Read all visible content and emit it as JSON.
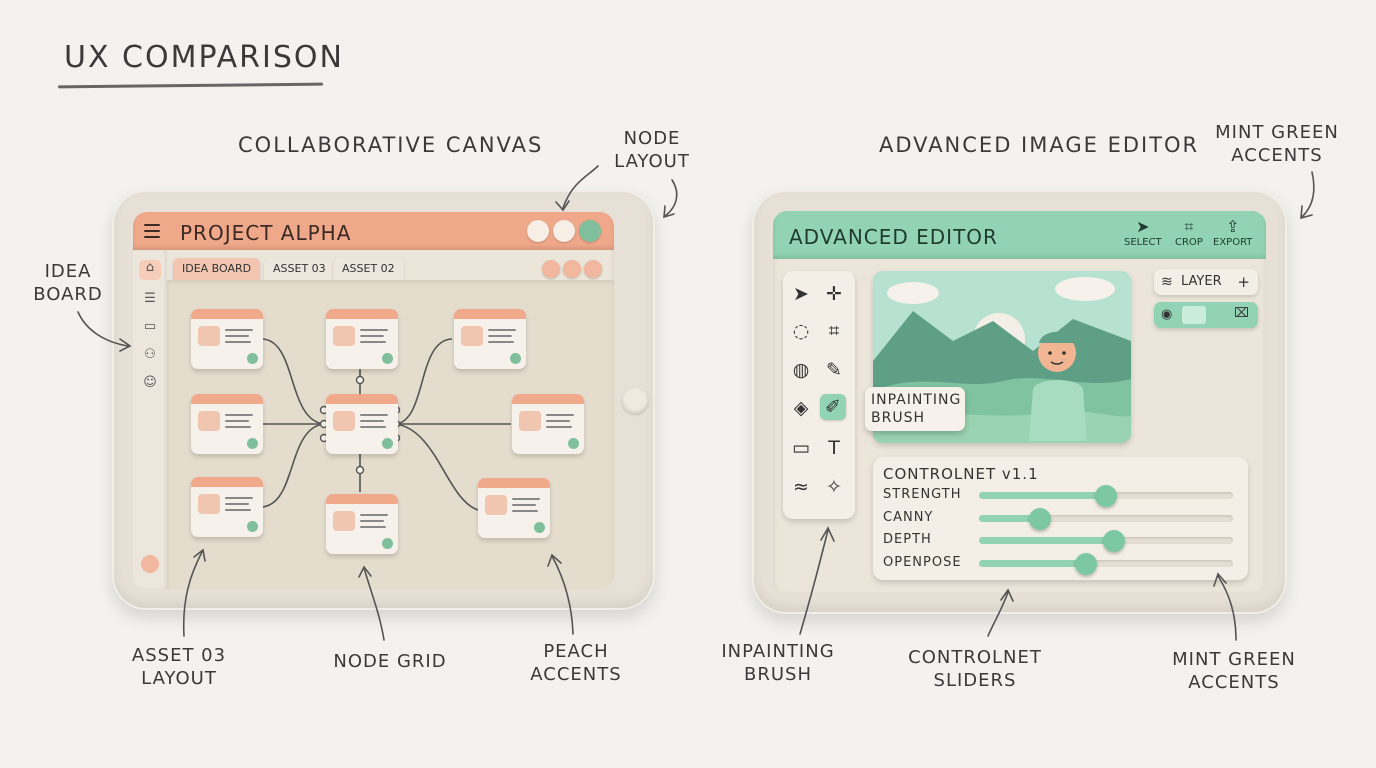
{
  "page": {
    "title": "UX COMPARISON"
  },
  "left": {
    "section_title": "COLLABORATIVE CANVAS",
    "app_title": "PROJECT ALPHA",
    "tabs": [
      "IDEA BOARD",
      "ASSET 03",
      "ASSET 02"
    ],
    "active_tab": "IDEA BOARD",
    "accent": "#f0a88a",
    "annotations": {
      "node_layout": [
        "NODE",
        "LAYOUT"
      ],
      "idea_board": [
        "IDEA",
        "BOARD"
      ],
      "asset_layout": [
        "ASSET 03",
        "LAYOUT"
      ],
      "node_grid": [
        "NODE GRID"
      ],
      "peach_accents": [
        "PEACH",
        "ACCENTS"
      ]
    }
  },
  "right": {
    "section_title": "ADVANCED IMAGE EDITOR",
    "app_title": "ADVANCED EDITOR",
    "toolbar": [
      {
        "label": "SELECT",
        "icon": "cursor-icon"
      },
      {
        "label": "CROP",
        "icon": "crop-icon"
      },
      {
        "label": "EXPORT",
        "icon": "export-icon"
      }
    ],
    "tooltip": [
      "INPAINTING",
      "BRUSH"
    ],
    "layer_label": "LAYER",
    "accent": "#92d3b3",
    "controlnet": {
      "title": "CONTROLNET v1.1",
      "sliders": [
        {
          "label": "STRENGTH",
          "value": 0.5
        },
        {
          "label": "CANNY",
          "value": 0.24
        },
        {
          "label": "DEPTH",
          "value": 0.53
        },
        {
          "label": "OPENPOSE",
          "value": 0.42
        }
      ]
    },
    "annotations": {
      "mint_top": [
        "MINT GREEN",
        "ACCENTS"
      ],
      "inpainting": [
        "INPAINTING",
        "BRUSH"
      ],
      "controlnet": [
        "CONTROLNET",
        "SLIDERS"
      ],
      "mint_bottom": [
        "MINT GREEN",
        "ACCENTS"
      ]
    }
  }
}
